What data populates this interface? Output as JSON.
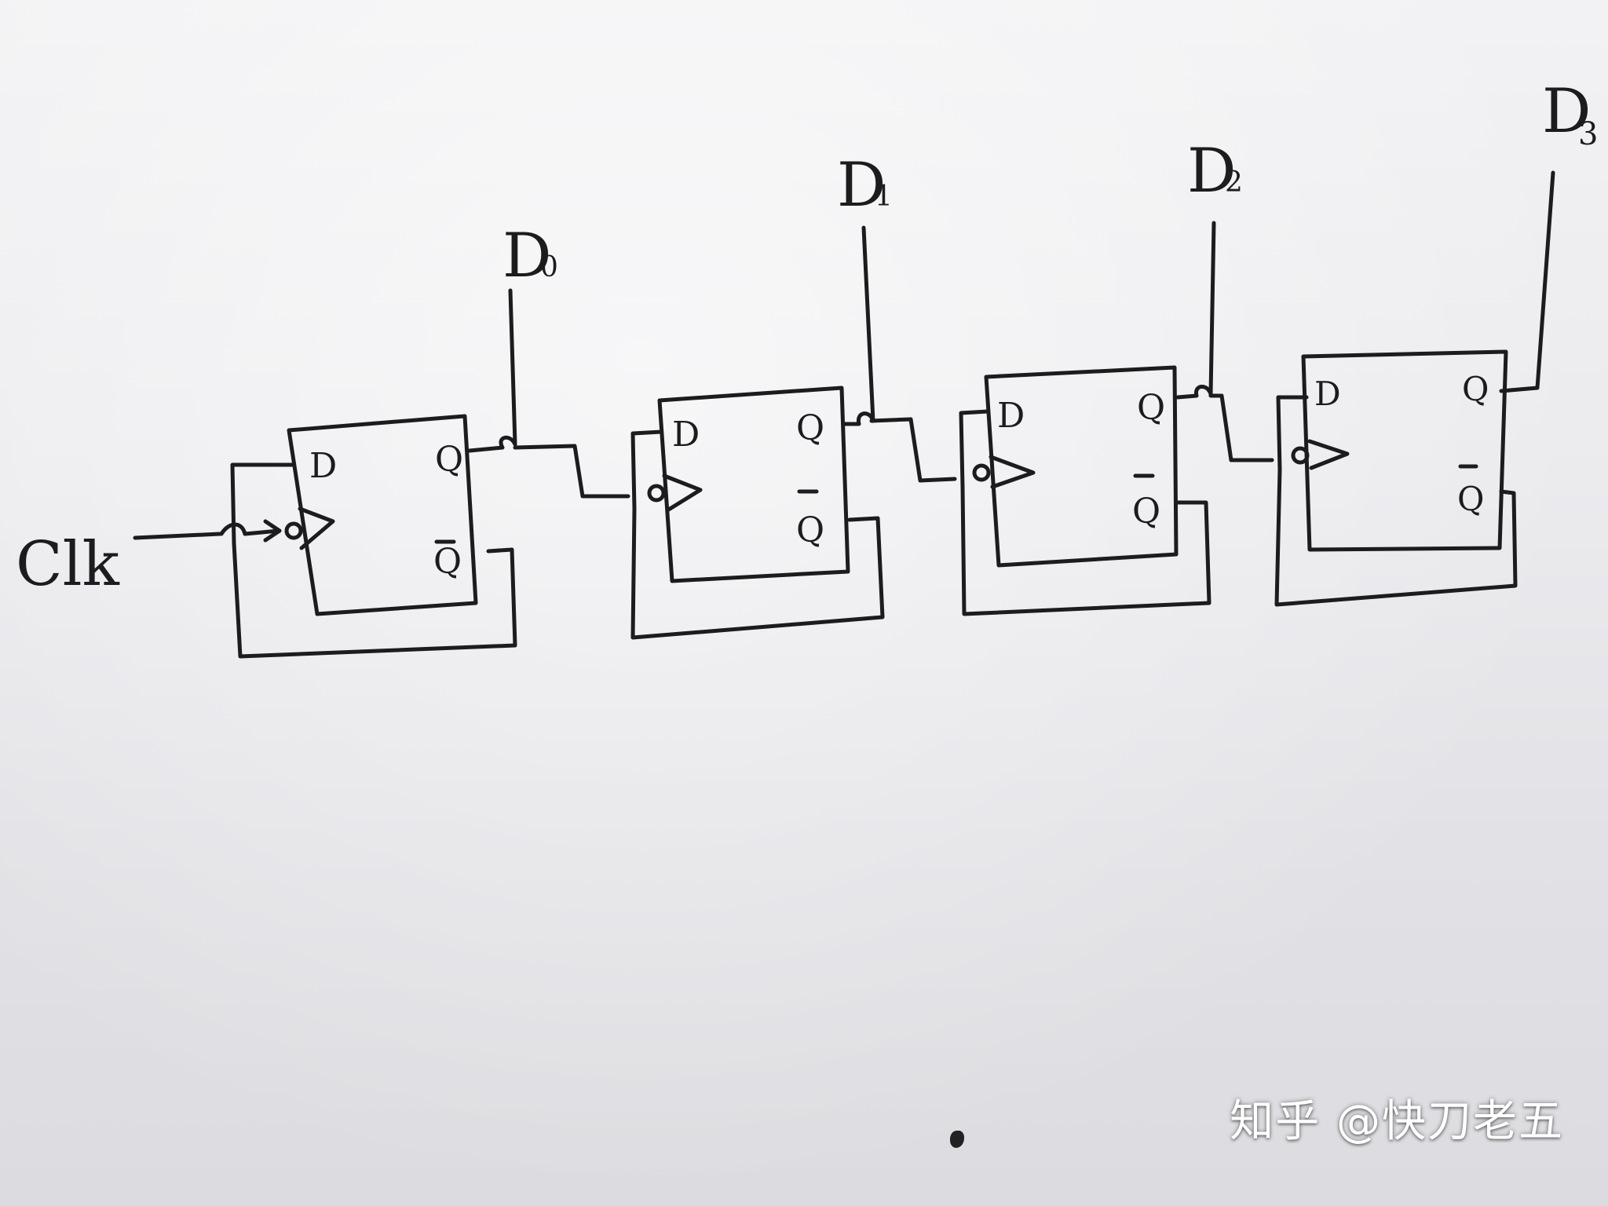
{
  "diagram": {
    "clock_label": "Clk",
    "flip_flops": [
      {
        "d_label": "D",
        "q_label": "Q",
        "qbar_label": "Q"
      },
      {
        "d_label": "D",
        "q_label": "Q",
        "qbar_label": "Q"
      },
      {
        "d_label": "D",
        "q_label": "Q",
        "qbar_label": "Q"
      },
      {
        "d_label": "D",
        "q_label": "Q",
        "qbar_label": "Q"
      }
    ],
    "outputs": [
      {
        "name": "D",
        "sub": "0"
      },
      {
        "name": "D",
        "sub": "1"
      },
      {
        "name": "D",
        "sub": "2"
      },
      {
        "name": "D",
        "sub": "3"
      }
    ]
  },
  "watermark": "知乎 @快刀老五"
}
